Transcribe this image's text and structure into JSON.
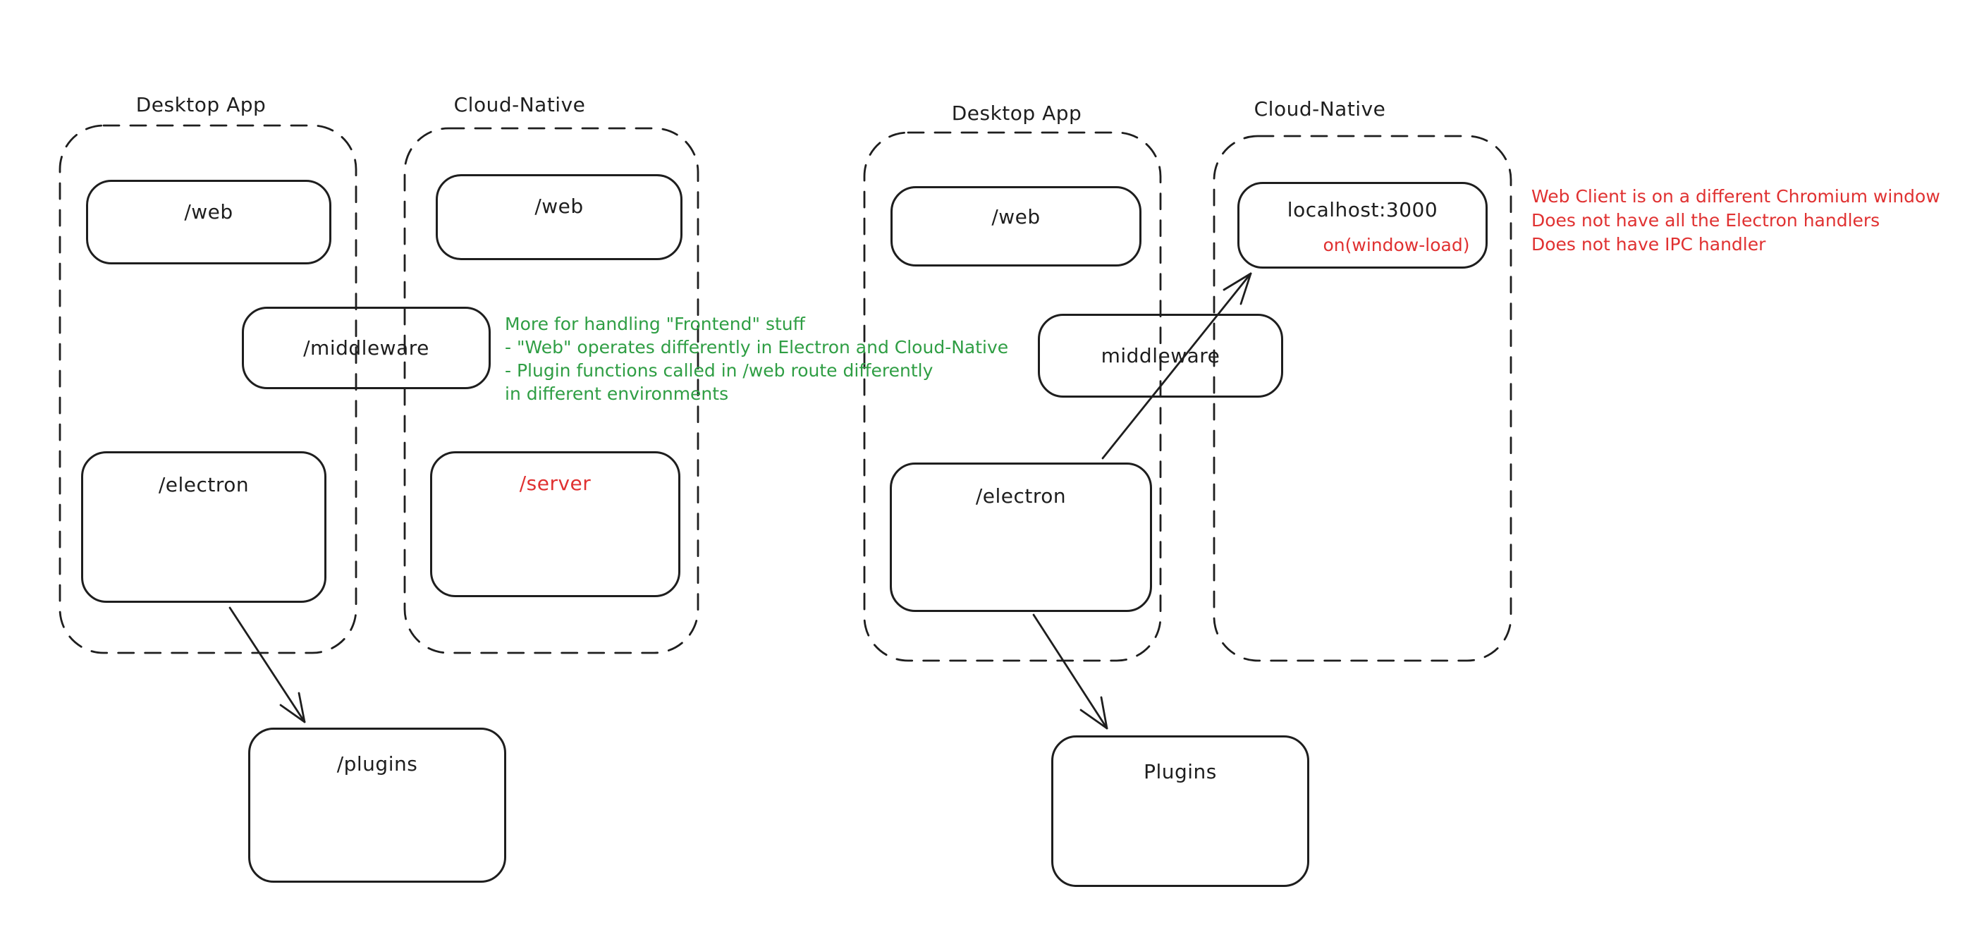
{
  "colors": {
    "ink": "#1e1e1e",
    "green_annotation": "#2f9e44",
    "red_annotation": "#e03131",
    "background": "#ffffff"
  },
  "left_diagram": {
    "desktop": {
      "title": "Desktop App",
      "web_label": "/web",
      "middleware_label": "/middleware",
      "electron_label": "/electron"
    },
    "cloud": {
      "title": "Cloud-Native",
      "web_label": "/web",
      "server_label": "/server"
    },
    "plugins_label": "/plugins",
    "green_note": {
      "lines": [
        "More for handling \"Frontend\" stuff",
        "- \"Web\" operates differently in Electron and Cloud-Native",
        "- Plugin functions called in /web route differently",
        "in different environments"
      ]
    }
  },
  "right_diagram": {
    "desktop": {
      "title": "Desktop App",
      "web_label": "/web",
      "electron_label": "/electron"
    },
    "middleware_label": "middleware",
    "cloud": {
      "title": "Cloud-Native",
      "localhost_label": "localhost:3000",
      "window_load_label": "on(window-load)"
    },
    "plugins_label": "Plugins",
    "red_note": {
      "lines": [
        "Web Client is on a different Chromium window",
        "Does not have all the Electron handlers",
        "Does not have IPC handler"
      ]
    }
  }
}
